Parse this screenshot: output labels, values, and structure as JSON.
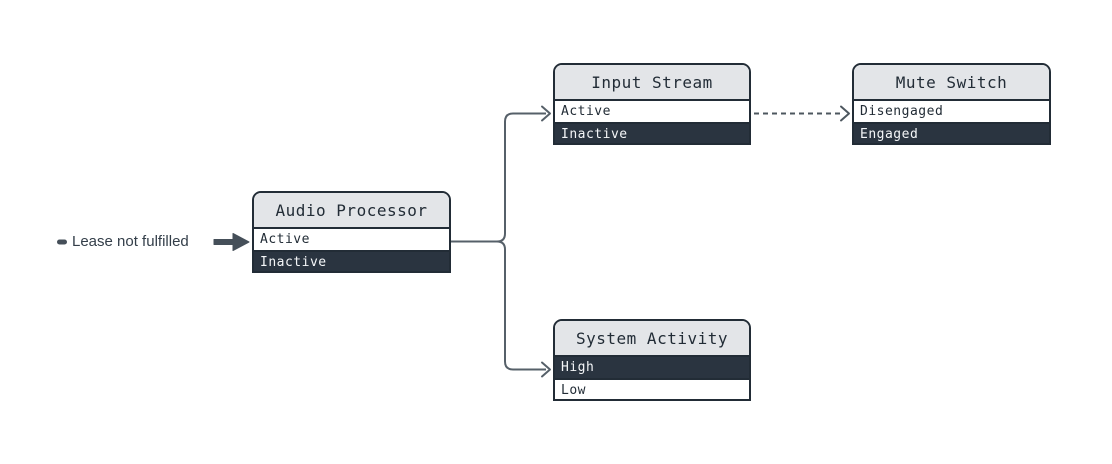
{
  "diagram": {
    "external_label": {
      "text": "Lease not fulfilled",
      "target": "Audio Processor / Active"
    },
    "nodes": [
      {
        "id": "audio-processor",
        "title": "Audio Processor",
        "rows": [
          {
            "label": "Active",
            "variant": "light"
          },
          {
            "label": "Inactive",
            "variant": "dark"
          }
        ]
      },
      {
        "id": "input-stream",
        "title": "Input Stream",
        "rows": [
          {
            "label": "Active",
            "variant": "light"
          },
          {
            "label": "Inactive",
            "variant": "dark"
          }
        ]
      },
      {
        "id": "mute-switch",
        "title": "Mute Switch",
        "rows": [
          {
            "label": "Disengaged",
            "variant": "light"
          },
          {
            "label": "Engaged",
            "variant": "dark"
          }
        ]
      },
      {
        "id": "system-activity",
        "title": "System Activity",
        "rows": [
          {
            "label": "High",
            "variant": "dark"
          },
          {
            "label": "Low",
            "variant": "light"
          }
        ]
      }
    ],
    "edges": [
      {
        "from": "audio-processor.Active",
        "to": "input-stream.Active",
        "style": "solid"
      },
      {
        "from": "audio-processor.Active",
        "to": "system-activity.High",
        "style": "solid"
      },
      {
        "from": "input-stream.Active",
        "to": "mute-switch.Disengaged",
        "style": "dashed"
      }
    ],
    "colors": {
      "canvas_bg": "#ffffff",
      "node_border": "#222c36",
      "header_bg": "#e3e5e8",
      "dark_row_bg": "#2a3440",
      "light_row_bg": "#ffffff",
      "dark_row_text": "#f4f6f8",
      "light_row_text": "#222c36",
      "connector": "#566069",
      "label_arrow": "#454f59"
    }
  }
}
